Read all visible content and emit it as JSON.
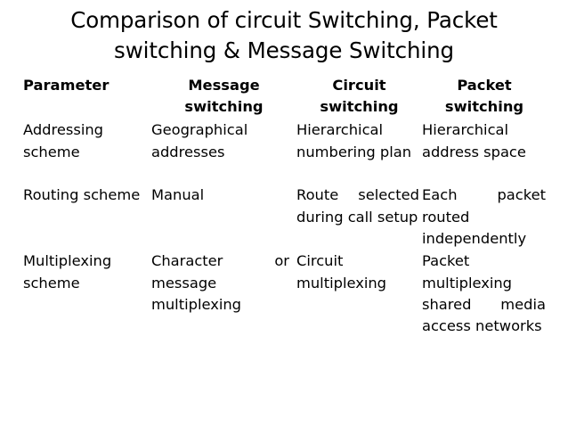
{
  "slide": {
    "title": "Comparison of circuit Switching, Packet switching & Message Switching",
    "title_line_1": "Comparison of circuit Switching, Packet",
    "title_line_2": "switching & Message Switching",
    "background_color": "#ffffff",
    "text_color": "#000000"
  },
  "table": {
    "headers": [
      {
        "label": "Parameter",
        "align": "left"
      },
      {
        "label": "Message switching",
        "align": "center"
      },
      {
        "label": "Circuit switching",
        "align": "center"
      },
      {
        "label": "Packet switching",
        "align": "center"
      }
    ],
    "rows": [
      {
        "parameter": "Addressing scheme",
        "message_switching": "Geographical addresses",
        "circuit_switching": "Hierarchical numbering plan",
        "packet_switching": "Hierarchical address space"
      },
      {
        "parameter": "Routing scheme",
        "message_switching": "Manual",
        "circuit_switching": "Route selected during call setup",
        "packet_switching": "Each packet routed independently"
      },
      {
        "parameter": "Multiplexing scheme",
        "message_switching": "Character or message multiplexing",
        "circuit_switching": "Circuit multiplexing",
        "packet_switching": "Packet multiplexing shared media access networks"
      }
    ]
  }
}
